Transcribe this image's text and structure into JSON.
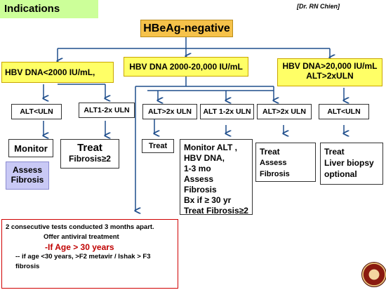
{
  "title": "Indications",
  "credit": "[Dr. RN Chien]",
  "root": "HBeAg-negative",
  "branches": [
    {
      "label": "HBV DNA<2000 IU/mL,"
    },
    {
      "label": "HBV DNA 2000-20,000 IU/mL"
    },
    {
      "label_lines": [
        "HBV DNA>20,000 IU/mL",
        "ALT>2xULN"
      ]
    }
  ],
  "level2": {
    "alt_lt_uln_1": "ALT<ULN",
    "alt_1_2x_left": "ALT1-2x ULN",
    "alt_gt_2x_mid": "ALT>2x ULN",
    "alt_1_2x_mid": "ALT 1-2x ULN",
    "alt_gt_2x_right": "ALT>2x ULN",
    "alt_lt_uln_2": "ALT<ULN"
  },
  "outcomes": {
    "monitor": "Monitor",
    "assess_fibrosis": [
      "Assess",
      "Fibrosis"
    ],
    "treat_fibrosis": [
      "Treat",
      "Fibrosis≥2"
    ],
    "treat_small": "Treat",
    "monitor_alt": [
      "Monitor ALT ,",
      "HBV DNA,",
      "1-3 mo",
      "Assess Fibrosis",
      "Bx  if  ≥ 30 yr",
      "Treat Fibrosis≥2"
    ],
    "treat_assess": [
      "Treat",
      "Assess",
      "Fibrosis"
    ],
    "treat_biopsy": [
      "Treat",
      "Liver biopsy",
      "optional"
    ]
  },
  "red_note": {
    "line1": "2 consecutive tests conducted 3 months apart.",
    "line2": "Offer antiviral treatment",
    "line3": "-If Age > 30 years",
    "line4": "-- if age <30 years, >F2 metavir / Ishak > F3",
    "line5": "fibrosis"
  },
  "colors": {
    "root_bg": "#f6c24a",
    "branch_bg": "#ffff66",
    "title_bg": "#ccff99",
    "arrow": "#1f4e8c",
    "note_border": "#d00000",
    "note_emphasis": "#c00000",
    "fibrosis_bg": "#c9c9f5"
  }
}
